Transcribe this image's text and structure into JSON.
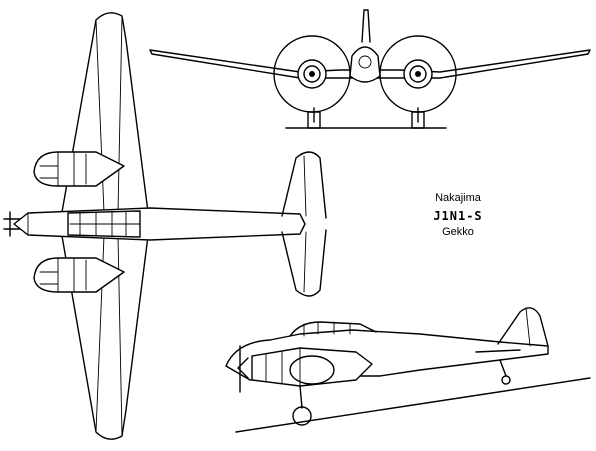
{
  "caption": {
    "manufacturer": "Nakajima",
    "model": "J1N1-S",
    "name": "Gekko"
  }
}
